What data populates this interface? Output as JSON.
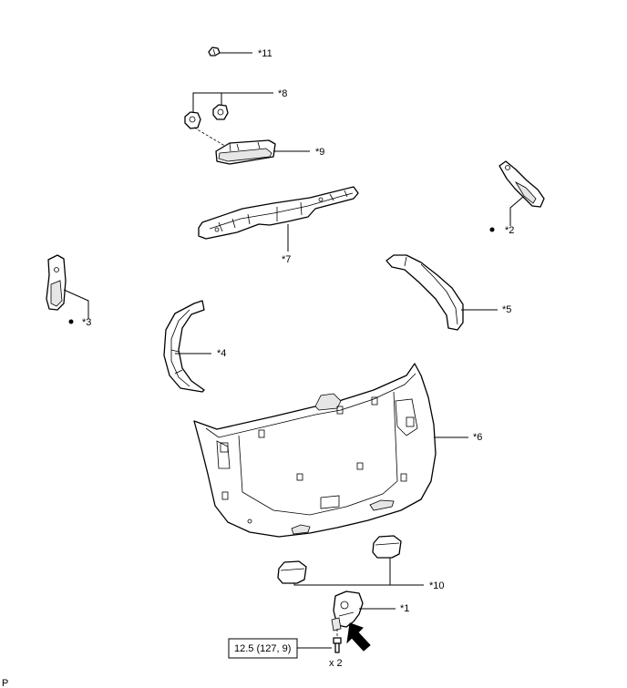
{
  "callouts": {
    "c1": "*1",
    "c2": "*2",
    "c3": "*3",
    "c4": "*4",
    "c5": "*5",
    "c6": "*6",
    "c7": "*7",
    "c8": "*8",
    "c9": "*9",
    "c10": "*10",
    "c11": "*11"
  },
  "marks": {
    "bullet": "●"
  },
  "torque": {
    "value": "12.5 (127, 9)"
  },
  "quantity": "x 2",
  "corner_label": "P",
  "icons": [
    "arrow-icon",
    "bolt-icon",
    "bullet-icon"
  ]
}
